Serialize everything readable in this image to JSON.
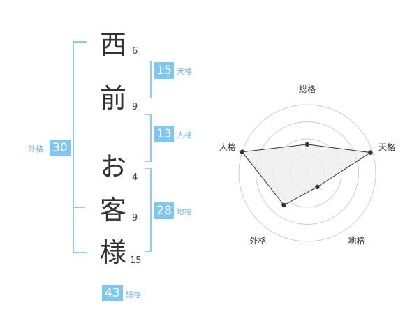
{
  "name": {
    "characters": [
      {
        "char": "西",
        "strokes": "6"
      },
      {
        "char": "前",
        "strokes": "9"
      },
      {
        "char": "お",
        "strokes": "4"
      },
      {
        "char": "客",
        "strokes": "9"
      },
      {
        "char": "様",
        "strokes": "15"
      }
    ]
  },
  "kaku": {
    "tenkaku": {
      "value": "15",
      "label": "天格"
    },
    "jinkaku": {
      "value": "13",
      "label": "人格"
    },
    "chikaku": {
      "value": "28",
      "label": "地格"
    },
    "gaikaku": {
      "value": "30",
      "label": "外格"
    },
    "soukaku": {
      "value": "43",
      "label": "総格"
    }
  },
  "colors": {
    "accent": "#7fc6f2",
    "label": "#6db8e8",
    "bracket": "#8ccdf5",
    "radar_line": "#333333",
    "radar_fill": "#eeeeee",
    "grid": "#cccccc"
  },
  "chart_data": {
    "type": "radar",
    "axes": [
      "総格",
      "天格",
      "地格",
      "外格",
      "人格"
    ],
    "values": [
      0.42,
      0.97,
      0.25,
      0.58,
      1.0
    ],
    "range": [
      0,
      1
    ],
    "rings": 4
  }
}
